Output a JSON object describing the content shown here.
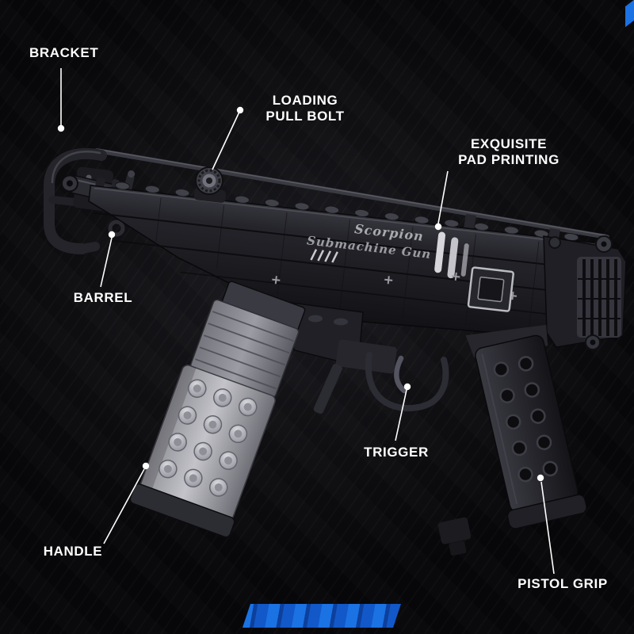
{
  "colors": {
    "background": "#0a0a0d",
    "label_text": "#ffffff",
    "callout_line": "#ffffff",
    "accent_blue": "#1b72e3",
    "accent_blue_dark": "#0c409c",
    "accent_blue_mid": "#1258c8",
    "magazine_light": "#c2c2c8",
    "gun_body_dark": "#1d1d22"
  },
  "gun_print": {
    "line1": "Scorpion",
    "line2": "Submachine Gun"
  },
  "callouts": [
    {
      "id": "bracket",
      "lines": [
        "BRACKET"
      ]
    },
    {
      "id": "loading-pull-bolt",
      "lines": [
        "LOADING",
        "PULL BOLT"
      ]
    },
    {
      "id": "exquisite-pad-printing",
      "lines": [
        "EXQUISITE",
        "PAD PRINTING"
      ]
    },
    {
      "id": "barrel",
      "lines": [
        "BARREL"
      ]
    },
    {
      "id": "trigger",
      "lines": [
        "TRIGGER"
      ]
    },
    {
      "id": "handle",
      "lines": [
        "HANDLE"
      ]
    },
    {
      "id": "pistol-grip",
      "lines": [
        "PISTOL GRIP"
      ]
    }
  ]
}
